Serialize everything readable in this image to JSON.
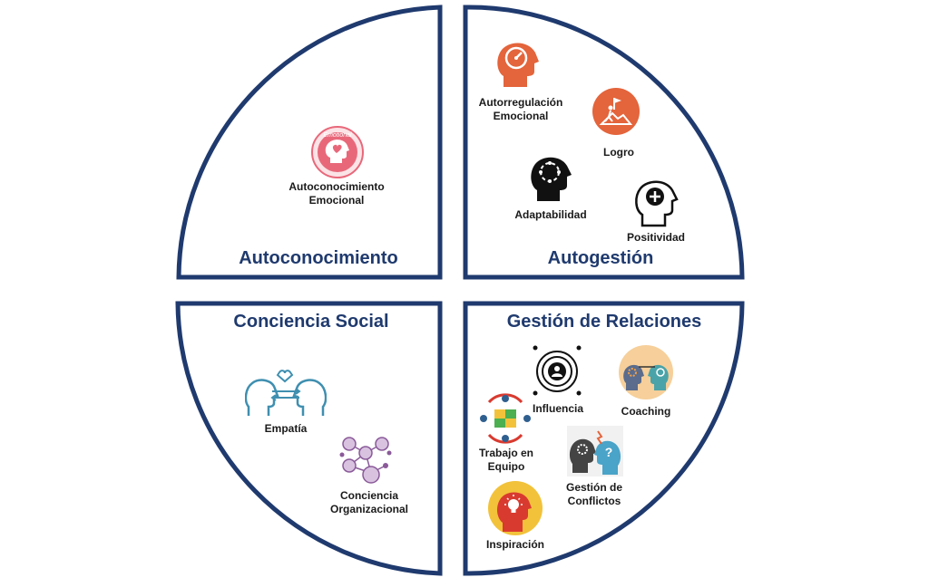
{
  "quadrants": {
    "top_left": {
      "title": "Autoconocimiento",
      "items": [
        {
          "label_line1": "Autoconocimiento",
          "label_line2": "Emocional",
          "icon": "emotional-head-icon",
          "badge": "Emotional"
        }
      ]
    },
    "top_right": {
      "title": "Autogestión",
      "items": [
        {
          "label_line1": "Autorregulación",
          "label_line2": "Emocional",
          "icon": "speedometer-head-icon"
        },
        {
          "label": "Logro",
          "icon": "flag-summit-icon"
        },
        {
          "label": "Adaptabilidad",
          "icon": "adaptability-head-icon"
        },
        {
          "label": "Positividad",
          "icon": "plus-head-icon"
        }
      ]
    },
    "bottom_left": {
      "title": "Conciencia Social",
      "items": [
        {
          "label": "Empatía",
          "icon": "empathy-heads-icon"
        },
        {
          "label_line1": "Conciencia",
          "label_line2": "Organizacional",
          "icon": "network-people-icon"
        }
      ]
    },
    "bottom_right": {
      "title": "Gestión de Relaciones",
      "items": [
        {
          "label": "Influencia",
          "icon": "influence-target-icon"
        },
        {
          "label": "Coaching",
          "icon": "coaching-heads-icon"
        },
        {
          "label_line1": "Trabajo en",
          "label_line2": "Equipo",
          "icon": "teamwork-puzzle-icon"
        },
        {
          "label_line1": "Gestión de",
          "label_line2": "Conflictos",
          "icon": "conflict-heads-icon"
        },
        {
          "label": "Inspiración",
          "icon": "lightbulb-head-icon"
        }
      ]
    }
  },
  "colors": {
    "border": "#1f3a6e",
    "title": "#1f3a6e",
    "emotional_pink": "#e8687a",
    "orange": "#e4643b",
    "teal": "#3f8fb0",
    "purple": "#8a5a99",
    "yellow": "#f2c23a",
    "red": "#d93a2f"
  }
}
